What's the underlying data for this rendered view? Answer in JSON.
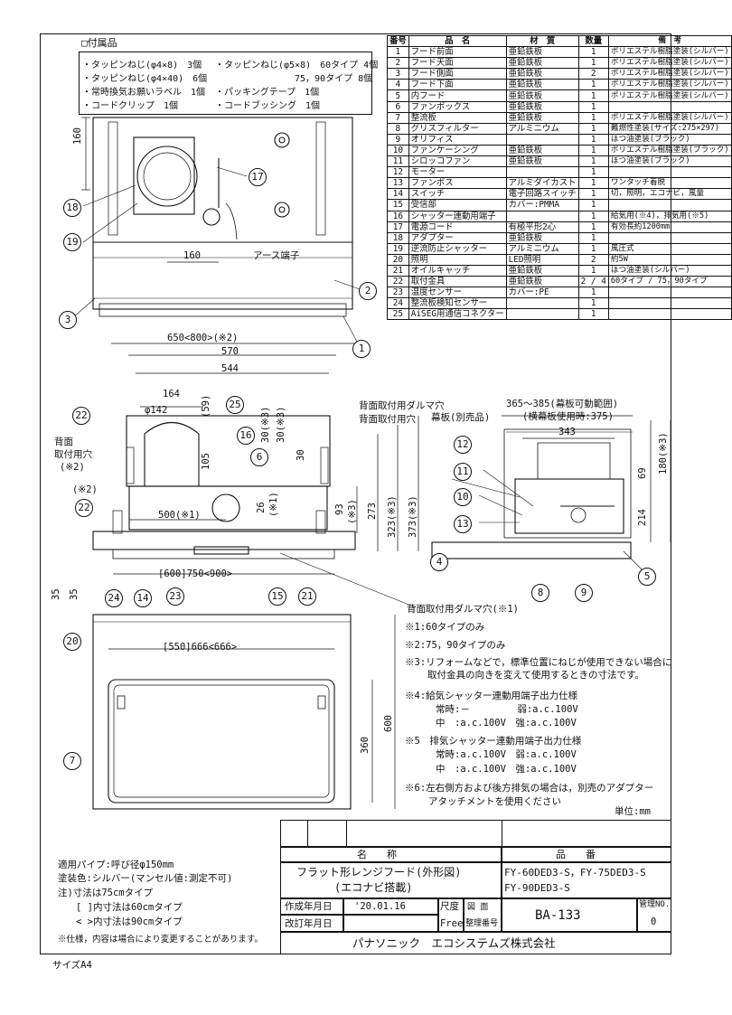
{
  "accessories": {
    "heading": "□付属品",
    "rows": [
      {
        "left": "・タッピンねじ(φ4×8)　3個",
        "right": "・タッピンねじ(φ5×8)　60タイプ 4個"
      },
      {
        "left": "・タッピンねじ(φ4×40)　6個",
        "right": "75，90タイプ 8個"
      },
      {
        "left": "・常時換気お願いラベル　1個",
        "right": "・パッキングテープ　1個"
      },
      {
        "left": "・コードクリップ　1個",
        "right": "・コードブッシング　1個"
      }
    ]
  },
  "parts_table": {
    "headers": [
      "番号",
      "品　名",
      "材　質",
      "数量",
      "備　考"
    ],
    "rows": [
      [
        "1",
        "フード前面",
        "亜鉛鉄板",
        "1",
        "ポリエステル樹脂塗装(シルバー)"
      ],
      [
        "2",
        "フード天面",
        "亜鉛鉄板",
        "1",
        "ポリエステル樹脂塗装(シルバー)"
      ],
      [
        "3",
        "フード側面",
        "亜鉛鉄板",
        "2",
        "ポリエステル樹脂塗装(シルバー)"
      ],
      [
        "4",
        "フード下面",
        "亜鉛鉄板",
        "1",
        "ポリエステル樹脂塗装(シルバー)"
      ],
      [
        "5",
        "内フード",
        "亜鉛鉄板",
        "1",
        "ポリエステル樹脂塗装(シルバー)"
      ],
      [
        "6",
        "ファンボックス",
        "亜鉛鉄板",
        "1",
        ""
      ],
      [
        "7",
        "整流板",
        "亜鉛鉄板",
        "1",
        "ポリエステル樹脂塗装(シルバー)"
      ],
      [
        "8",
        "グリスフィルター",
        "アルミニウム",
        "1",
        "難燃性塗装(サイズ:275×297)"
      ],
      [
        "9",
        "オリフィス",
        "",
        "1",
        "ほつ油塗装(ブラック)"
      ],
      [
        "10",
        "ファンケーシング",
        "亜鉛鉄板",
        "1",
        "ポリエステル樹脂塗装(ブラック)"
      ],
      [
        "11",
        "シロッコファン",
        "亜鉛鉄板",
        "1",
        "ほつ油塗装(ブラック)"
      ],
      [
        "12",
        "モーター",
        "",
        "1",
        ""
      ],
      [
        "13",
        "ファンボス",
        "アルミダイカスト",
        "1",
        "ワンタッチ着脱"
      ],
      [
        "14",
        "スイッチ",
        "電子回路スイッチ",
        "1",
        "切，照明，エコナビ，風量"
      ],
      [
        "15",
        "受信部",
        "カバー:PMMA",
        "1",
        ""
      ],
      [
        "16",
        "シャッター連動用端子",
        "",
        "1",
        "給気用(※4)，排気用(※5)"
      ],
      [
        "17",
        "電源コード",
        "有極平形2心",
        "1",
        "有効長約1200mm"
      ],
      [
        "18",
        "アダプター",
        "亜鉛鉄板",
        "1",
        ""
      ],
      [
        "19",
        "逆流防止シャッター",
        "アルミニウム",
        "1",
        "風圧式"
      ],
      [
        "20",
        "照明",
        "LED照明",
        "2",
        "約5W"
      ],
      [
        "21",
        "オイルキャッチ",
        "亜鉛鉄板",
        "1",
        "ほつ油塗装(シルバー)"
      ],
      [
        "22",
        "取付金具",
        "亜鉛鉄板",
        "2 / 4",
        "60タイプ / 75，90タイプ"
      ],
      [
        "23",
        "温度センサー",
        "カバー:PE",
        "1",
        ""
      ],
      [
        "24",
        "整流板検知センサー",
        "",
        "1",
        ""
      ],
      [
        "25",
        "AiSEG用通信コネクター",
        "",
        "1",
        ""
      ]
    ]
  },
  "top_view": {
    "dim_160_left": "160",
    "dim_160_bottom": "160",
    "earth_label": "アース端子",
    "callouts": [
      "17",
      "18",
      "19",
      "2",
      "3",
      "1"
    ]
  },
  "front_view": {
    "dim_650": "650<800>(※2)",
    "dim_570": "570",
    "dim_544": "544",
    "dim_164": "164",
    "dim_phi142": "φ142",
    "dim_59": "(59)",
    "dim_30a": "30(※3)",
    "dim_30b": "30(※3)",
    "dim_30c": "30",
    "dim_105": "105",
    "dim_26": "26",
    "dim_26note": "(※1)",
    "dim_500": "500(※1)",
    "dim_93": "93",
    "dim_93note": "(※3)",
    "dim_273": "273",
    "dim_323": "323(※3)",
    "dim_373": "373(※3)",
    "dim_35a": "35",
    "dim_35b": "35",
    "dim_600": "[600]750<900>",
    "label_back_hole1": "背面取付用ダルマ穴",
    "label_back_hole2": "背面取付用穴",
    "label_back_hole_left": "背面",
    "label_back_hole_left2": "取付用穴",
    "label_back_hole_left3": "(※2)",
    "label_note2": "(※2)",
    "label_daruma_note1": "背面取付用ダルマ穴(※1)",
    "callouts": [
      "22",
      "22",
      "25",
      "16",
      "6",
      "24",
      "14",
      "23",
      "15",
      "21"
    ]
  },
  "side_view": {
    "range": "365～385(幕板可動範囲)",
    "range2": "(横幕板使用時:375)",
    "makuita": "幕板(別売品)",
    "dim_343": "343",
    "dim_69": "69",
    "dim_180": "180(※3)",
    "dim_214": "214",
    "callouts": [
      "12",
      "11",
      "10",
      "13",
      "4",
      "8",
      "9",
      "5"
    ]
  },
  "bottom_view": {
    "dim_550": "[550]666<666>",
    "dim_600": "600",
    "dim_360": "360",
    "callouts": [
      "20",
      "7"
    ]
  },
  "notes": [
    "※1:60タイプのみ",
    "※2:75，90タイプのみ",
    "※3:リフォームなどで，標準位置にねじが使用できない場合に",
    "取付金具の向きを変えて使用するときの寸法です。",
    "※4:給気シャッター連動用端子出力仕様",
    "常時:－　　　　　弱:a.c.100V",
    "中　:a.c.100V　強:a.c.100V",
    "※5　排気シャッター連動用端子出力仕様",
    "常時:a.c.100V　弱:a.c.100V",
    "中　:a.c.100V　強:a.c.100V",
    "※6:左右側方および後方排気の場合は，別売のアダプター",
    "アタッチメントを使用ください",
    "単位:mm"
  ],
  "left_footer": [
    "適用パイプ:呼び径φ150mm",
    "塗装色:シルバー(マンセル値:測定不可)",
    "注)寸法は75cmタイプ",
    "[ ]内寸法は60cmタイプ",
    "< >内寸法は90cmタイプ",
    "※仕様，内容は場合により変更することがあります。"
  ],
  "title_block": {
    "name_label": "名　　称",
    "model_label": "品　　番",
    "name1": "フラット形レンジフード(外形図)",
    "name2": "(エコナビ搭載)",
    "model1": "FY-60DED3-S，FY-75DED3-S",
    "model2": "FY-90DED3-S",
    "created_label": "作成年月日",
    "created_value": "'20.01.16",
    "scale_label": "尺度",
    "scale_value": "Free",
    "drawing_label1": "図 面",
    "drawing_label2": "整理番号",
    "drawing_no": "BA-133",
    "mgmt_label": "管理NO.",
    "mgmt_value": "0",
    "revised_label": "改訂年月日",
    "company": "パナソニック　エコシステムズ株式会社"
  },
  "size_label": "サイズA4"
}
